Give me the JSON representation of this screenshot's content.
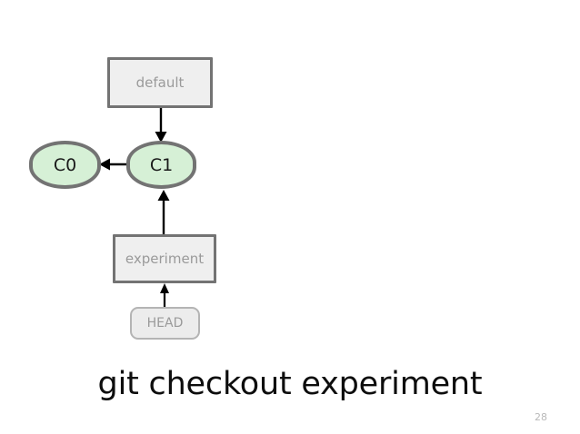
{
  "slide": {
    "background_color": "#ffffff",
    "caption": "git checkout experiment",
    "page_number": "28"
  },
  "diagram": {
    "title": "git checkout experiment branch diagram",
    "branch_boxes": [
      {
        "id": "default",
        "label": "default",
        "fill": "#efefef",
        "border": "#737373",
        "text_color": "#9a9a9a"
      },
      {
        "id": "experiment",
        "label": "experiment",
        "fill": "#efefef",
        "border": "#737373",
        "text_color": "#9a9a9a"
      }
    ],
    "commit_nodes": [
      {
        "id": "c0",
        "label": "C0",
        "fill": "#d6f0d6",
        "border": "#737373",
        "text_color": "#1a1a1a"
      },
      {
        "id": "c1",
        "label": "C1",
        "fill": "#d6f0d6",
        "border": "#737373",
        "text_color": "#1a1a1a"
      }
    ],
    "head_pointer": {
      "id": "head",
      "label": "HEAD",
      "fill": "#ececec",
      "border": "#b4b4b4",
      "text_color": "#9a9a9a"
    },
    "arrows": [
      {
        "id": "default-to-c1",
        "from": "default",
        "to": "c1",
        "direction": "down",
        "color": "#000000"
      },
      {
        "id": "c1-to-c0",
        "from": "c1",
        "to": "c0",
        "direction": "left",
        "color": "#000000"
      },
      {
        "id": "experiment-to-c1",
        "from": "experiment",
        "to": "c1",
        "direction": "up",
        "color": "#000000"
      },
      {
        "id": "head-to-experiment",
        "from": "head",
        "to": "experiment",
        "direction": "up",
        "color": "#000000"
      }
    ]
  }
}
